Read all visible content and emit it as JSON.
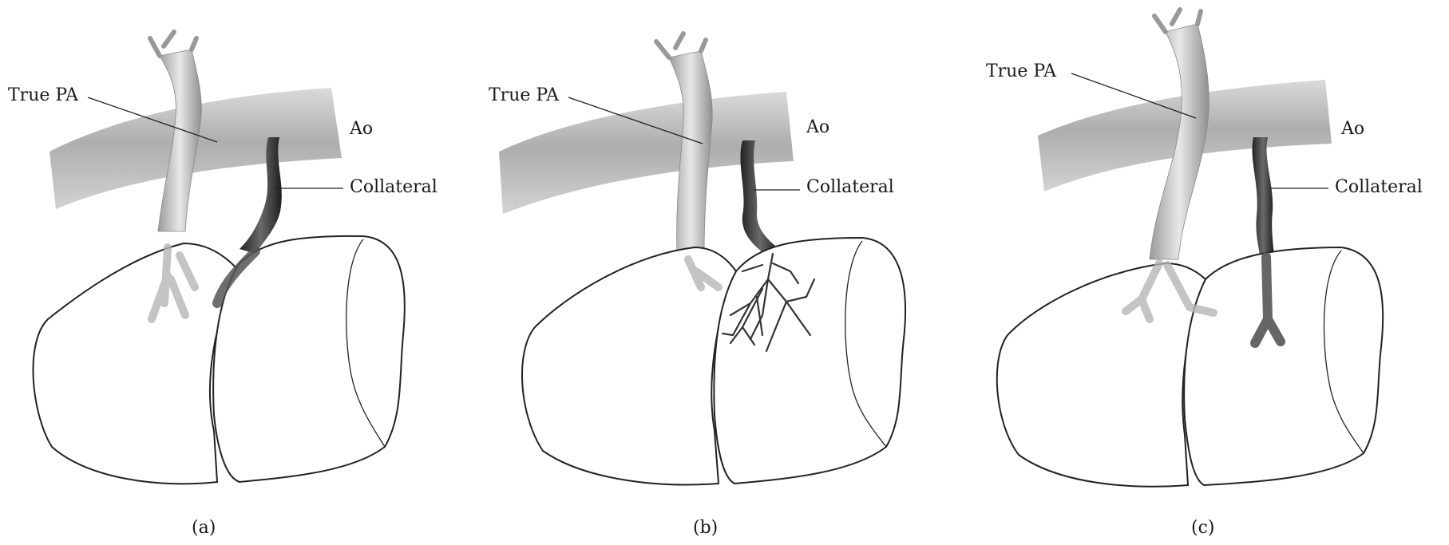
{
  "panels": [
    {
      "id": "a",
      "caption": "(a)",
      "labels": {
        "true_pa": "True PA",
        "aorta": "Ao",
        "collateral": "Collateral"
      }
    },
    {
      "id": "b",
      "caption": "(b)",
      "labels": {
        "true_pa": "True PA",
        "aorta": "Ao",
        "collateral": "Collateral"
      }
    },
    {
      "id": "c",
      "caption": "(c)",
      "labels": {
        "true_pa": "True PA",
        "aorta": "Ao",
        "collateral": "Collateral"
      }
    }
  ],
  "colors": {
    "line": "#222222",
    "aorta": "#b8b8b8",
    "true_pa": "#cfcfcf",
    "collateral": "#3a3a3a"
  }
}
